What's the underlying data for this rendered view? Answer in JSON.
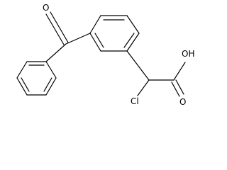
{
  "molecule": {
    "atoms": {
      "ketone_oxygen": "O",
      "hydroxyl": "OH",
      "carbonyl_oxygen": "O",
      "chlorine": "Cl"
    }
  },
  "colors": {
    "bond": "#000000",
    "label": "#000000",
    "background": "#ffffff"
  }
}
